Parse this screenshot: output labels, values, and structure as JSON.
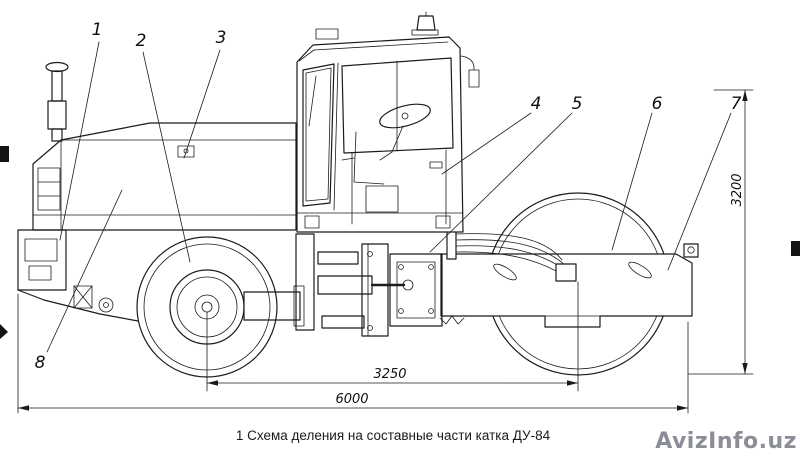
{
  "page": {
    "background": "#ffffff",
    "ink": "#1b1b1b"
  },
  "diagram": {
    "caption": "1 Схема деления на составные части катка ДУ-84",
    "callouts": [
      {
        "label": "1"
      },
      {
        "label": "2"
      },
      {
        "label": "3"
      },
      {
        "label": "4"
      },
      {
        "label": "5"
      },
      {
        "label": "6"
      },
      {
        "label": "7"
      },
      {
        "label": "8"
      }
    ],
    "dimensions": {
      "wheelbase": "3250",
      "overall_length": "6000",
      "overall_height": "3200"
    }
  },
  "watermark": {
    "text": "AvizInfo.uz",
    "color": "#8b8d97"
  }
}
